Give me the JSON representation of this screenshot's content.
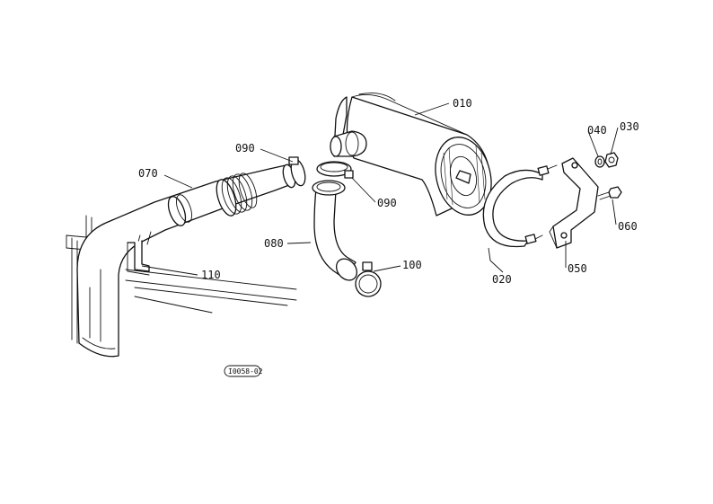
{
  "callouts": {
    "p010": "010",
    "p020": "020",
    "p030": "030",
    "p040": "040",
    "p050": "050",
    "p060": "060",
    "p070": "070",
    "p080": "080",
    "p090a": "090",
    "p090b": "090",
    "p100": "100",
    "p110": "110"
  },
  "figure_code": "I0058-02",
  "colors": {
    "line": "#111111",
    "paper": "#ffffff"
  }
}
